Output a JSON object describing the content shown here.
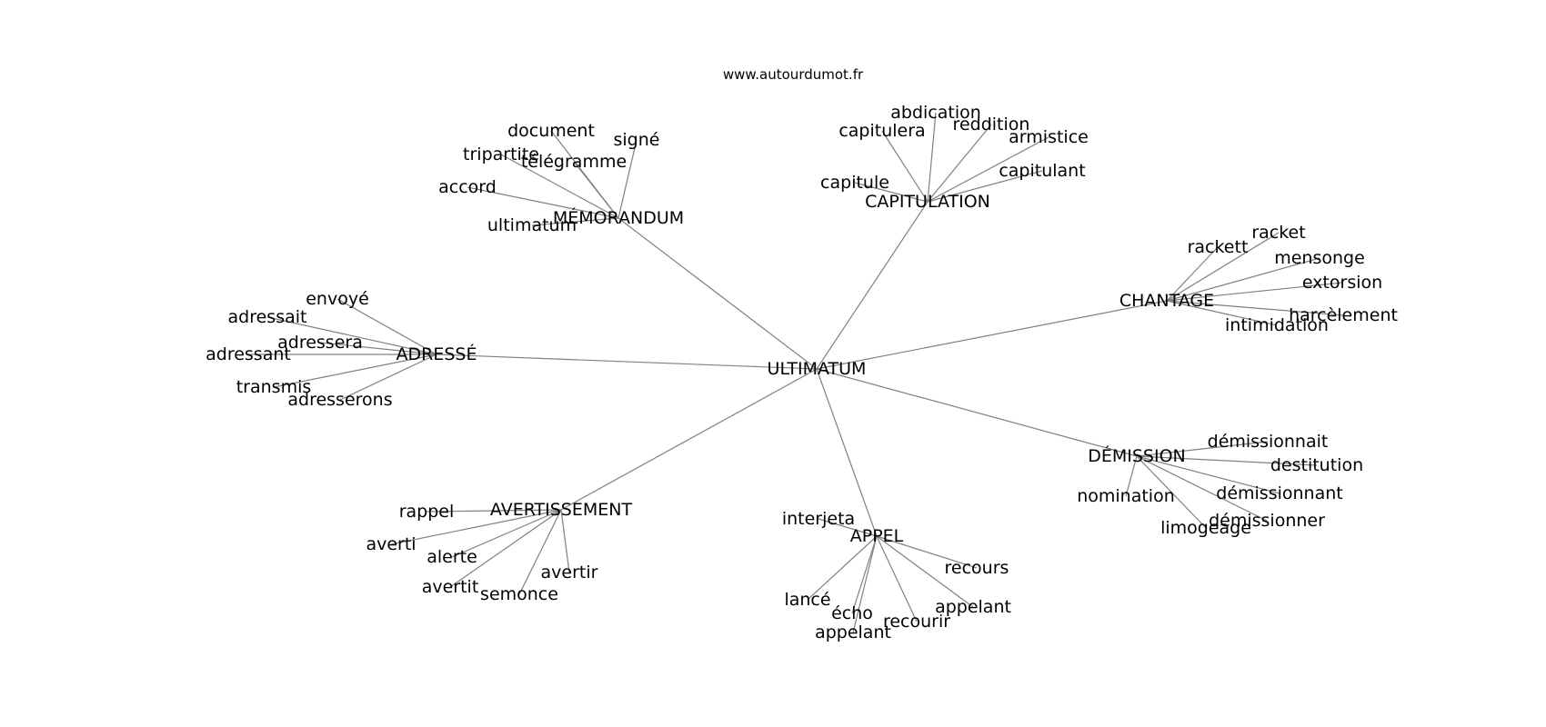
{
  "source": "www.autourdumot.fr",
  "center": "ULTIMATUM",
  "hubs": [
    {
      "label": "MÉMORANDUM",
      "children": [
        "document",
        "signé",
        "tripartite",
        "télégramme",
        "accord",
        "ultimatum"
      ]
    },
    {
      "label": "CAPITULATION",
      "children": [
        "abdication",
        "capitulera",
        "reddition",
        "armistice",
        "capitulant",
        "capitule"
      ]
    },
    {
      "label": "CHANTAGE",
      "children": [
        "racket",
        "rackett",
        "mensonge",
        "extorsion",
        "harcèlement",
        "intimidation"
      ]
    },
    {
      "label": "ADRESSÉ",
      "children": [
        "envoyé",
        "adressait",
        "adressera",
        "adressant",
        "transmis",
        "adresserons"
      ]
    },
    {
      "label": "DÉMISSION",
      "children": [
        "démissionnait",
        "destitution",
        "nomination",
        "démissionnant",
        "démissionner",
        "limogeage"
      ]
    },
    {
      "label": "AVERTISSEMENT",
      "children": [
        "rappel",
        "averti",
        "alerte",
        "avertir",
        "avertit",
        "semonce"
      ]
    },
    {
      "label": "APPEL",
      "children": [
        "interjeta",
        "recours",
        "lancé",
        "appelant",
        "écho",
        "recourir",
        "appelant"
      ]
    }
  ]
}
